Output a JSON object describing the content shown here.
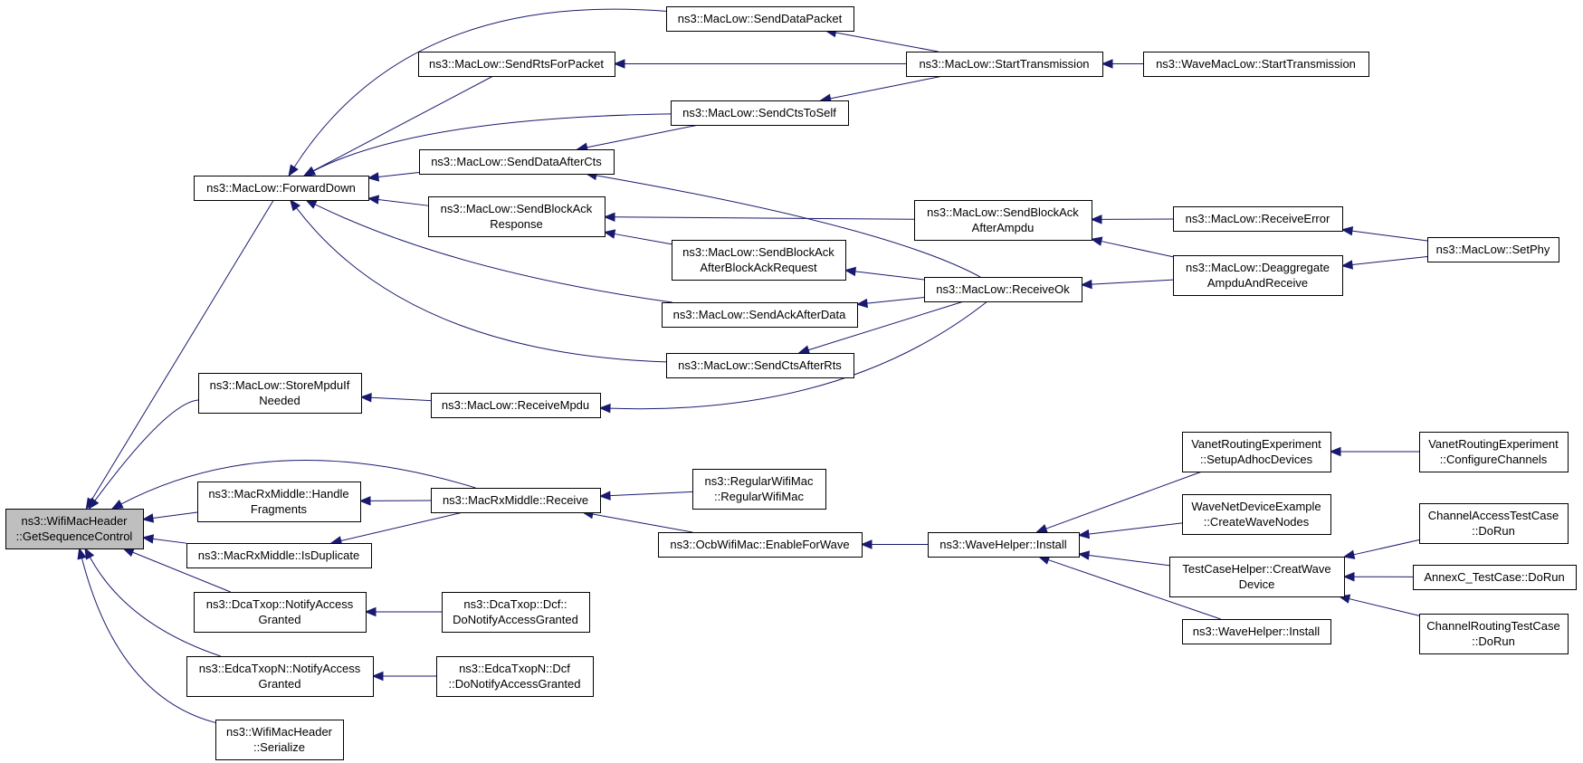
{
  "graph": {
    "title": "",
    "nodes": [
      {
        "id": "root",
        "lines": [
          "ns3::WifiMacHeader",
          "::GetSequenceControl"
        ],
        "root": true
      },
      {
        "id": "fwd",
        "lines": [
          "ns3::MacLow::ForwardDown"
        ]
      },
      {
        "id": "sdp",
        "lines": [
          "ns3::MacLow::SendDataPacket"
        ]
      },
      {
        "id": "srfp",
        "lines": [
          "ns3::MacLow::SendRtsForPacket"
        ]
      },
      {
        "id": "scts",
        "lines": [
          "ns3::MacLow::SendCtsToSelf"
        ]
      },
      {
        "id": "sdac",
        "lines": [
          "ns3::MacLow::SendDataAfterCts"
        ]
      },
      {
        "id": "sbar",
        "lines": [
          "ns3::MacLow::SendBlockAck",
          "Response"
        ]
      },
      {
        "id": "sbabar",
        "lines": [
          "ns3::MacLow::SendBlockAck",
          "AfterBlockAckRequest"
        ]
      },
      {
        "id": "saad",
        "lines": [
          "ns3::MacLow::SendAckAfterData"
        ]
      },
      {
        "id": "scar",
        "lines": [
          "ns3::MacLow::SendCtsAfterRts"
        ]
      },
      {
        "id": "st",
        "lines": [
          "ns3::MacLow::StartTransmission"
        ]
      },
      {
        "id": "wst",
        "lines": [
          "ns3::WaveMacLow::StartTransmission"
        ]
      },
      {
        "id": "sbaaa",
        "lines": [
          "ns3::MacLow::SendBlockAck",
          "AfterAmpdu"
        ]
      },
      {
        "id": "rok",
        "lines": [
          "ns3::MacLow::ReceiveOk"
        ]
      },
      {
        "id": "rerr",
        "lines": [
          "ns3::MacLow::ReceiveError"
        ]
      },
      {
        "id": "deag",
        "lines": [
          "ns3::MacLow::Deaggregate",
          "AmpduAndReceive"
        ]
      },
      {
        "id": "setphy",
        "lines": [
          "ns3::MacLow::SetPhy"
        ]
      },
      {
        "id": "smin",
        "lines": [
          "ns3::MacLow::StoreMpduIf",
          "Needed"
        ]
      },
      {
        "id": "rmpdu",
        "lines": [
          "ns3::MacLow::ReceiveMpdu"
        ]
      },
      {
        "id": "hf",
        "lines": [
          "ns3::MacRxMiddle::Handle",
          "Fragments"
        ]
      },
      {
        "id": "rcv",
        "lines": [
          "ns3::MacRxMiddle::Receive"
        ]
      },
      {
        "id": "rwm",
        "lines": [
          "ns3::RegularWifiMac",
          "::RegularWifiMac"
        ]
      },
      {
        "id": "efw",
        "lines": [
          "ns3::OcbWifiMac::EnableForWave"
        ]
      },
      {
        "id": "isdup",
        "lines": [
          "ns3::MacRxMiddle::IsDuplicate"
        ]
      },
      {
        "id": "dcana",
        "lines": [
          "ns3::DcaTxop::NotifyAccess",
          "Granted"
        ]
      },
      {
        "id": "dcadcf",
        "lines": [
          "ns3::DcaTxop::Dcf::",
          "DoNotifyAccessGranted"
        ]
      },
      {
        "id": "edna",
        "lines": [
          "ns3::EdcaTxopN::NotifyAccess",
          "Granted"
        ]
      },
      {
        "id": "eddcf",
        "lines": [
          "ns3::EdcaTxopN::Dcf",
          "::DoNotifyAccessGranted"
        ]
      },
      {
        "id": "ser",
        "lines": [
          "ns3::WifiMacHeader",
          "::Serialize"
        ]
      },
      {
        "id": "whi",
        "lines": [
          "ns3::WaveHelper::Install"
        ]
      },
      {
        "id": "vsad",
        "lines": [
          "VanetRoutingExperiment",
          "::SetupAdhocDevices"
        ]
      },
      {
        "id": "vcc",
        "lines": [
          "VanetRoutingExperiment",
          "::ConfigureChannels"
        ]
      },
      {
        "id": "wncw",
        "lines": [
          "WaveNetDeviceExample",
          "::CreateWaveNodes"
        ]
      },
      {
        "id": "tchc",
        "lines": [
          "TestCaseHelper::CreatWave",
          "Device"
        ]
      },
      {
        "id": "whi2",
        "lines": [
          "ns3::WaveHelper::Install"
        ]
      },
      {
        "id": "catc",
        "lines": [
          "ChannelAccessTestCase",
          "::DoRun"
        ]
      },
      {
        "id": "annexc",
        "lines": [
          "AnnexC_TestCase::DoRun"
        ]
      },
      {
        "id": "crtc",
        "lines": [
          "ChannelRoutingTestCase",
          "::DoRun"
        ]
      }
    ]
  }
}
